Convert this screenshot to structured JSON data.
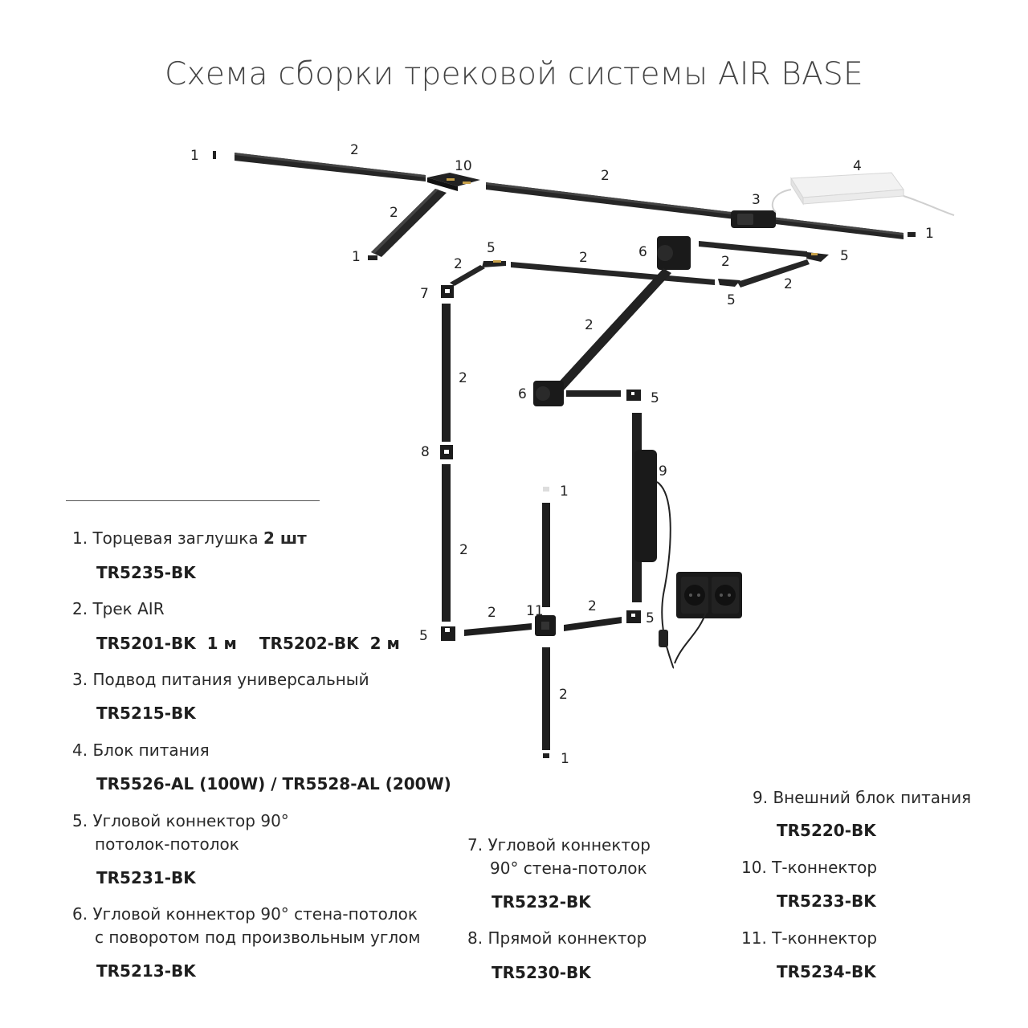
{
  "title": "Схема сборки трековой системы AIR BASE",
  "diagram_labels": [
    {
      "id": "l1a",
      "text": "1"
    },
    {
      "id": "l2a",
      "text": "2"
    },
    {
      "id": "l10",
      "text": "10"
    },
    {
      "id": "l2b",
      "text": "2"
    },
    {
      "id": "l4",
      "text": "4"
    },
    {
      "id": "l3",
      "text": "3"
    },
    {
      "id": "l1b",
      "text": "1"
    },
    {
      "id": "l2c",
      "text": "2"
    },
    {
      "id": "l1c",
      "text": "1"
    },
    {
      "id": "l5a",
      "text": "5"
    },
    {
      "id": "l2d",
      "text": "2"
    },
    {
      "id": "l2e",
      "text": "2"
    },
    {
      "id": "l6a",
      "text": "6"
    },
    {
      "id": "l2f",
      "text": "2"
    },
    {
      "id": "l5b",
      "text": "5"
    },
    {
      "id": "l7",
      "text": "7"
    },
    {
      "id": "l2g",
      "text": "2"
    },
    {
      "id": "l5c",
      "text": "5"
    },
    {
      "id": "l2h",
      "text": "2"
    },
    {
      "id": "l2i",
      "text": "2"
    },
    {
      "id": "l6b",
      "text": "6"
    },
    {
      "id": "l5d",
      "text": "5"
    },
    {
      "id": "l9",
      "text": "9"
    },
    {
      "id": "l8",
      "text": "8"
    },
    {
      "id": "l1d",
      "text": "1"
    },
    {
      "id": "l2j",
      "text": "2"
    },
    {
      "id": "l2k",
      "text": "2"
    },
    {
      "id": "l11",
      "text": "11"
    },
    {
      "id": "l2l",
      "text": "2"
    },
    {
      "id": "l5e",
      "text": "5"
    },
    {
      "id": "l5f",
      "text": "5"
    },
    {
      "id": "l2m",
      "text": "2"
    },
    {
      "id": "l1e",
      "text": "1"
    }
  ],
  "legend": [
    {
      "num": "1.",
      "name": "Торцевая заглушка",
      "qty": "2 шт",
      "codes": [
        "TR5235-BK"
      ]
    },
    {
      "num": "2.",
      "name": "Трек AIR",
      "codes": [
        "TR5201-BK  1 м",
        "TR5202-BK  2 м"
      ]
    },
    {
      "num": "3.",
      "name": "Подвод питания универсальный",
      "codes": [
        "TR5215-BK"
      ]
    },
    {
      "num": "4.",
      "name": "Блок питания",
      "codes": [
        "TR5526-AL (100W) / TR5528-AL (200W)"
      ]
    },
    {
      "num": "5.",
      "name_line1": "Угловой коннектор 90°",
      "name_line2": "потолок-потолок",
      "codes": [
        "TR5231-BK"
      ]
    },
    {
      "num": "6.",
      "name_line1": "Угловой коннектор 90° стена-потолок",
      "name_line2": "с поворотом под произвольным углом",
      "codes": [
        "TR5213-BK"
      ]
    },
    {
      "num": "7.",
      "name_line1": "Угловой коннектор",
      "name_line2": "90° стена-потолок",
      "codes": [
        "TR5232-BK"
      ]
    },
    {
      "num": "8.",
      "name": "Прямой коннектор",
      "codes": [
        "TR5230-BK"
      ]
    },
    {
      "num": "9.",
      "name": "Внешний блок питания",
      "codes": [
        "TR5220-BK"
      ]
    },
    {
      "num": "10.",
      "name": "Т-коннектор",
      "codes": [
        "TR5233-BK"
      ]
    },
    {
      "num": "11.",
      "name": "Т-коннектор",
      "codes": [
        "TR5234-BK"
      ]
    }
  ],
  "colors": {
    "track": "#1f1f1f",
    "accent_gold": "#c9a24a",
    "psu": "#eeeeee",
    "text": "#2a2a2a"
  }
}
